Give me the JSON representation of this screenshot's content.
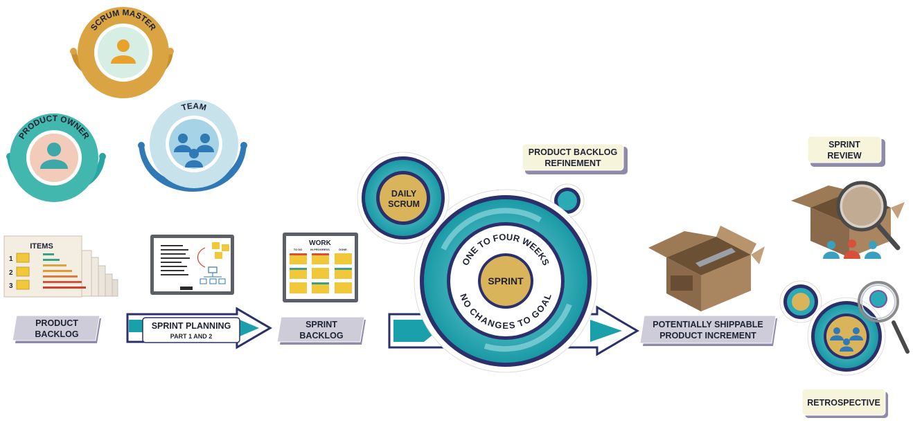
{
  "roles": {
    "scrum_master": "SCRUM MASTER",
    "product_owner": "PRODUCT OWNER",
    "team": "TEAM"
  },
  "artifacts": {
    "product_backlog": [
      "PRODUCT",
      "BACKLOG"
    ],
    "items_title": "ITEMS",
    "item_numbers": [
      "1",
      "2",
      "3"
    ],
    "sprint_planning": "SPRINT PLANNING",
    "sprint_planning_sub": "PART 1 AND 2",
    "work_title": "WORK",
    "work_columns": [
      "TO DO",
      "IN PROGRESS",
      "DONE"
    ],
    "sprint_backlog": [
      "SPRINT",
      "BACKLOG"
    ]
  },
  "sprint": {
    "daily_scrum": [
      "DAILY",
      "SCRUM"
    ],
    "center": "SPRINT",
    "arc_top": "ONE TO FOUR WEEKS",
    "arc_bottom": "NO CHANGES TO GOAL",
    "refinement": [
      "PRODUCT BACKLOG",
      "REFINEMENT"
    ]
  },
  "outputs": {
    "increment": [
      "POTENTIALLY SHIPPABLE",
      "PRODUCT INCREMENT"
    ],
    "sprint_review": [
      "SPRINT",
      "REVIEW"
    ],
    "retrospective": "RETROSPECTIVE"
  },
  "colors": {
    "gold": "#d9a441",
    "teal": "#27a8b4",
    "navy": "#2b2f6b",
    "box": "#8a6a4a",
    "label_bg": "#f7f4dc"
  }
}
